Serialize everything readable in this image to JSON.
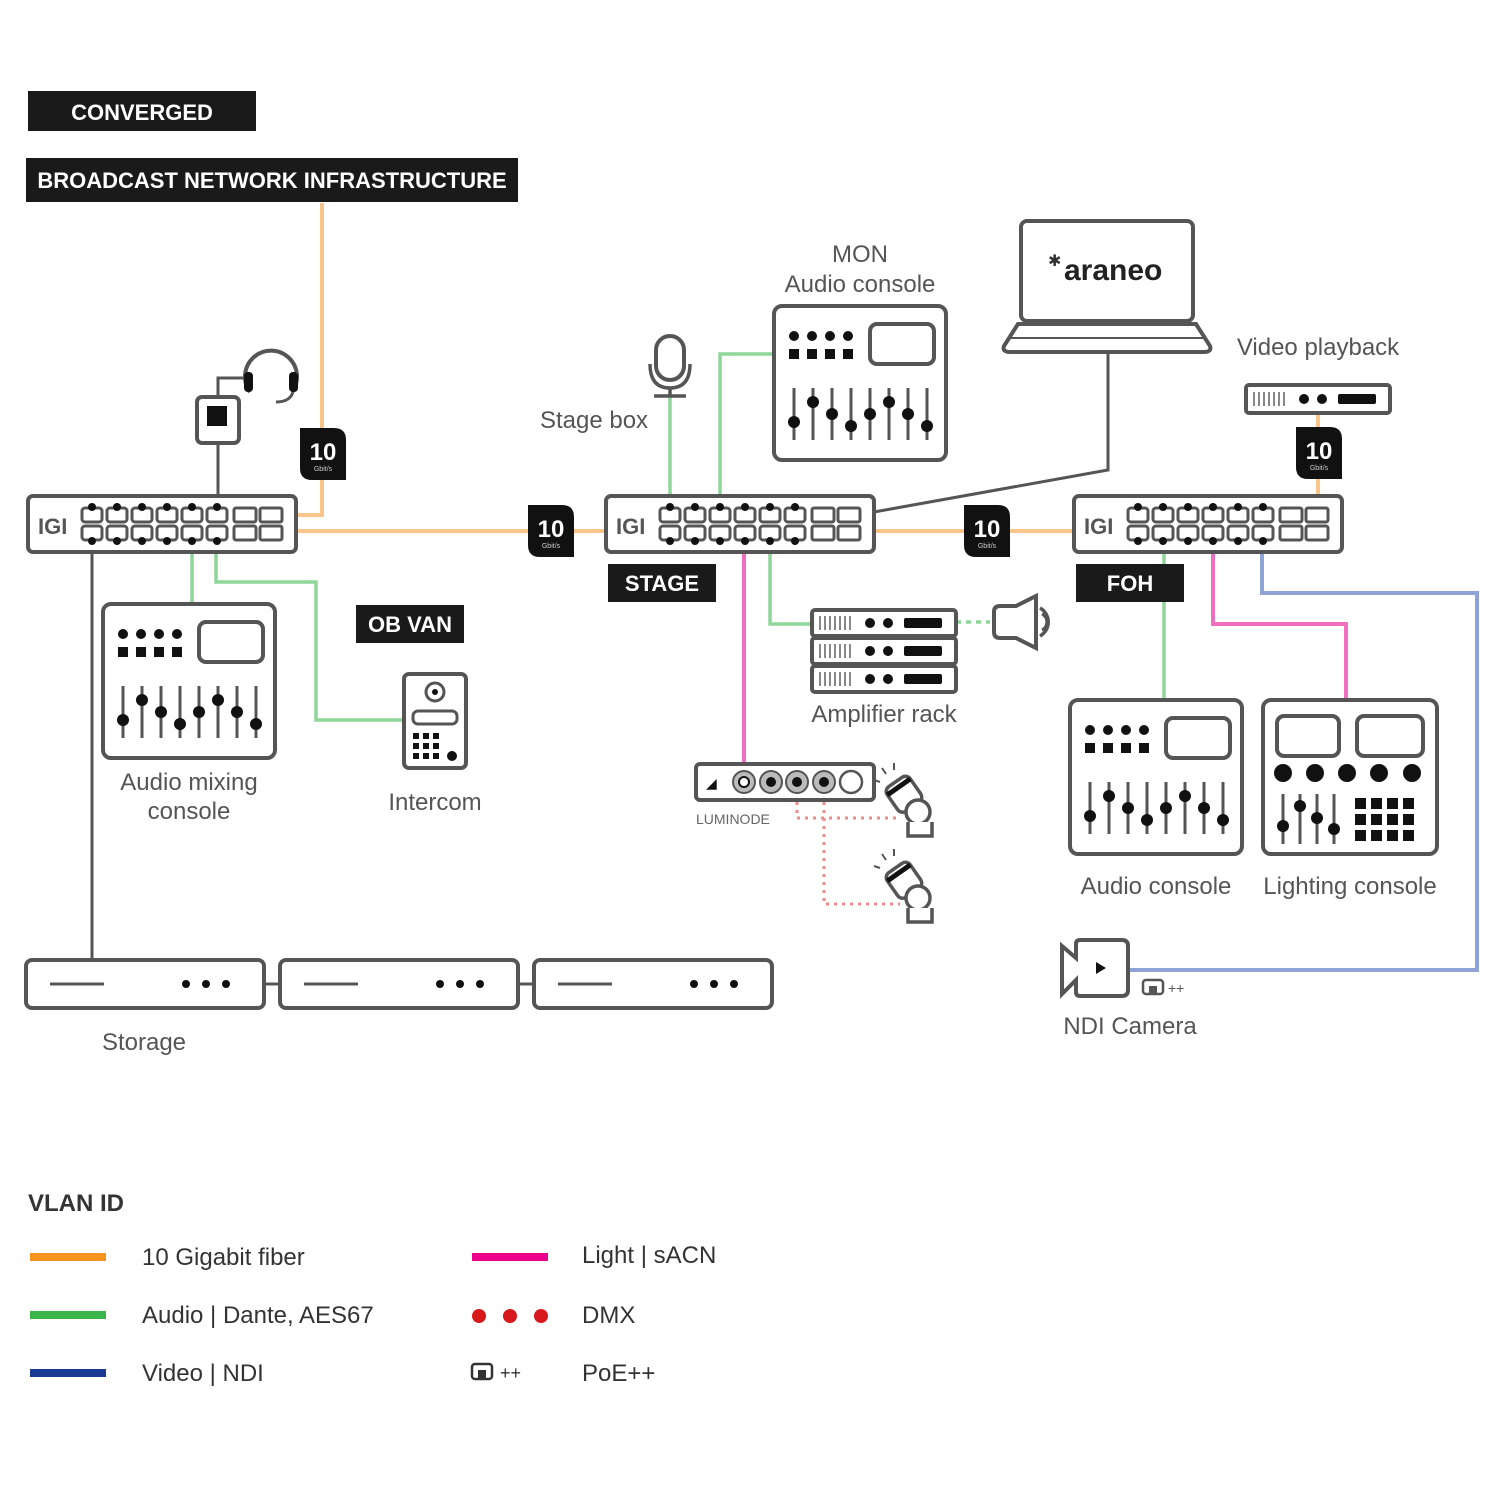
{
  "tags": {
    "converged": "CONVERGED",
    "infrastructure": "BROADCAST NETWORK INFRASTRUCTURE",
    "ob_van": "OB VAN",
    "stage": "STAGE",
    "foh": "FOH"
  },
  "switch_brand": "IGI",
  "fiber_badge": {
    "value": "10",
    "unit": "Gbit/s"
  },
  "devices": {
    "mon_console": {
      "line1": "MON",
      "line2": "Audio console"
    },
    "stage_box": "Stage box",
    "laptop_brand": "araneo",
    "video_playback": "Video playback",
    "audio_mixing_console": {
      "line1": "Audio mixing",
      "line2": "console"
    },
    "intercom": "Intercom",
    "amplifier_rack": "Amplifier rack",
    "luminode": "LUMINODE",
    "audio_console": "Audio console",
    "lighting_console": "Lighting console",
    "ndi_camera": "NDI Camera",
    "storage": "Storage",
    "poe_marker": "++"
  },
  "colors": {
    "fiber": "#f7941d",
    "audio": "#39b54a",
    "video": "#1b3a94",
    "light": "#ec008c",
    "dmx": "#d7191c",
    "fiber_line": "#f9c58a",
    "audio_line": "#8fd69a",
    "video_line": "#8fa3d6",
    "light_line": "#f06fc0",
    "dmx_line": "#ee8a8a"
  },
  "legend": {
    "title": "VLAN ID",
    "items": [
      {
        "label": "10 Gigabit fiber",
        "style": "line",
        "color": "#f7941d"
      },
      {
        "label": "Audio | Dante, AES67",
        "style": "line",
        "color": "#39b54a"
      },
      {
        "label": "Video | NDI",
        "style": "line",
        "color": "#1b3a94"
      },
      {
        "label": "Light | sACN",
        "style": "line",
        "color": "#ec008c"
      },
      {
        "label": "DMX",
        "style": "dots",
        "color": "#d7191c"
      },
      {
        "label": "PoE++",
        "style": "poe",
        "color": "#333333",
        "marker": "++"
      }
    ]
  }
}
